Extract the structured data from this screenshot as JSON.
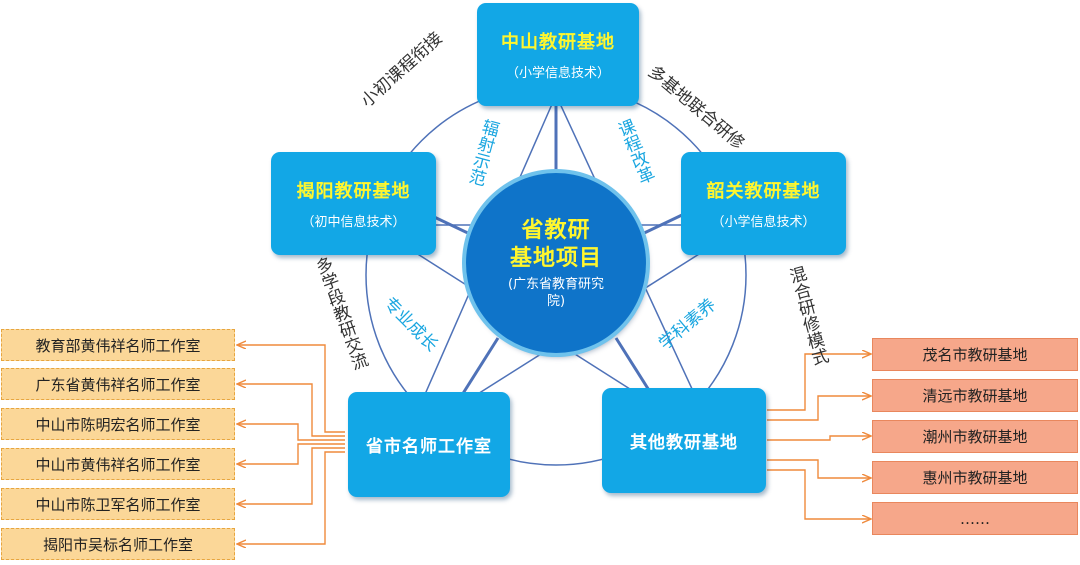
{
  "center": {
    "title_line1": "省教研",
    "title_line2": "基地项目",
    "subtitle": "(广东省教育研究院)"
  },
  "nodes": {
    "top": {
      "title": "中山教研基地",
      "subtitle": "（小学信息技术）"
    },
    "left": {
      "title": "揭阳教研基地",
      "subtitle": "（初中信息技术）"
    },
    "right": {
      "title": "韶关教研基地",
      "subtitle": "（小学信息技术）"
    },
    "bottom_left": {
      "title": "省市名师工作室"
    },
    "bottom_right": {
      "title": "其他教研基地"
    }
  },
  "edge_labels": {
    "top_left": "小初课程衔接",
    "top_right": "多基地联合研修",
    "left_lower": "多学段教研交流",
    "right_lower": "混合研修模式"
  },
  "inner_labels": {
    "radiate": "辐射示范",
    "reform": "课程改革",
    "growth": "专业成长",
    "literacy": "学科素养"
  },
  "left_list": [
    "教育部黄伟祥名师工作室",
    "广东省黄伟祥名师工作室",
    "中山市陈明宏名师工作室",
    "中山市黄伟祥名师工作室",
    "中山市陈卫军名师工作室",
    "揭阳市吴标名师工作室"
  ],
  "right_list": [
    "茂名市教研基地",
    "清远市教研基地",
    "潮州市教研基地",
    "惠州市教研基地",
    "……"
  ],
  "colors": {
    "node": "#12a7e6",
    "center": "#0f74c9",
    "node_title": "#fff62e",
    "line": "#4f72b8",
    "arrow": "#ef8a3c"
  }
}
